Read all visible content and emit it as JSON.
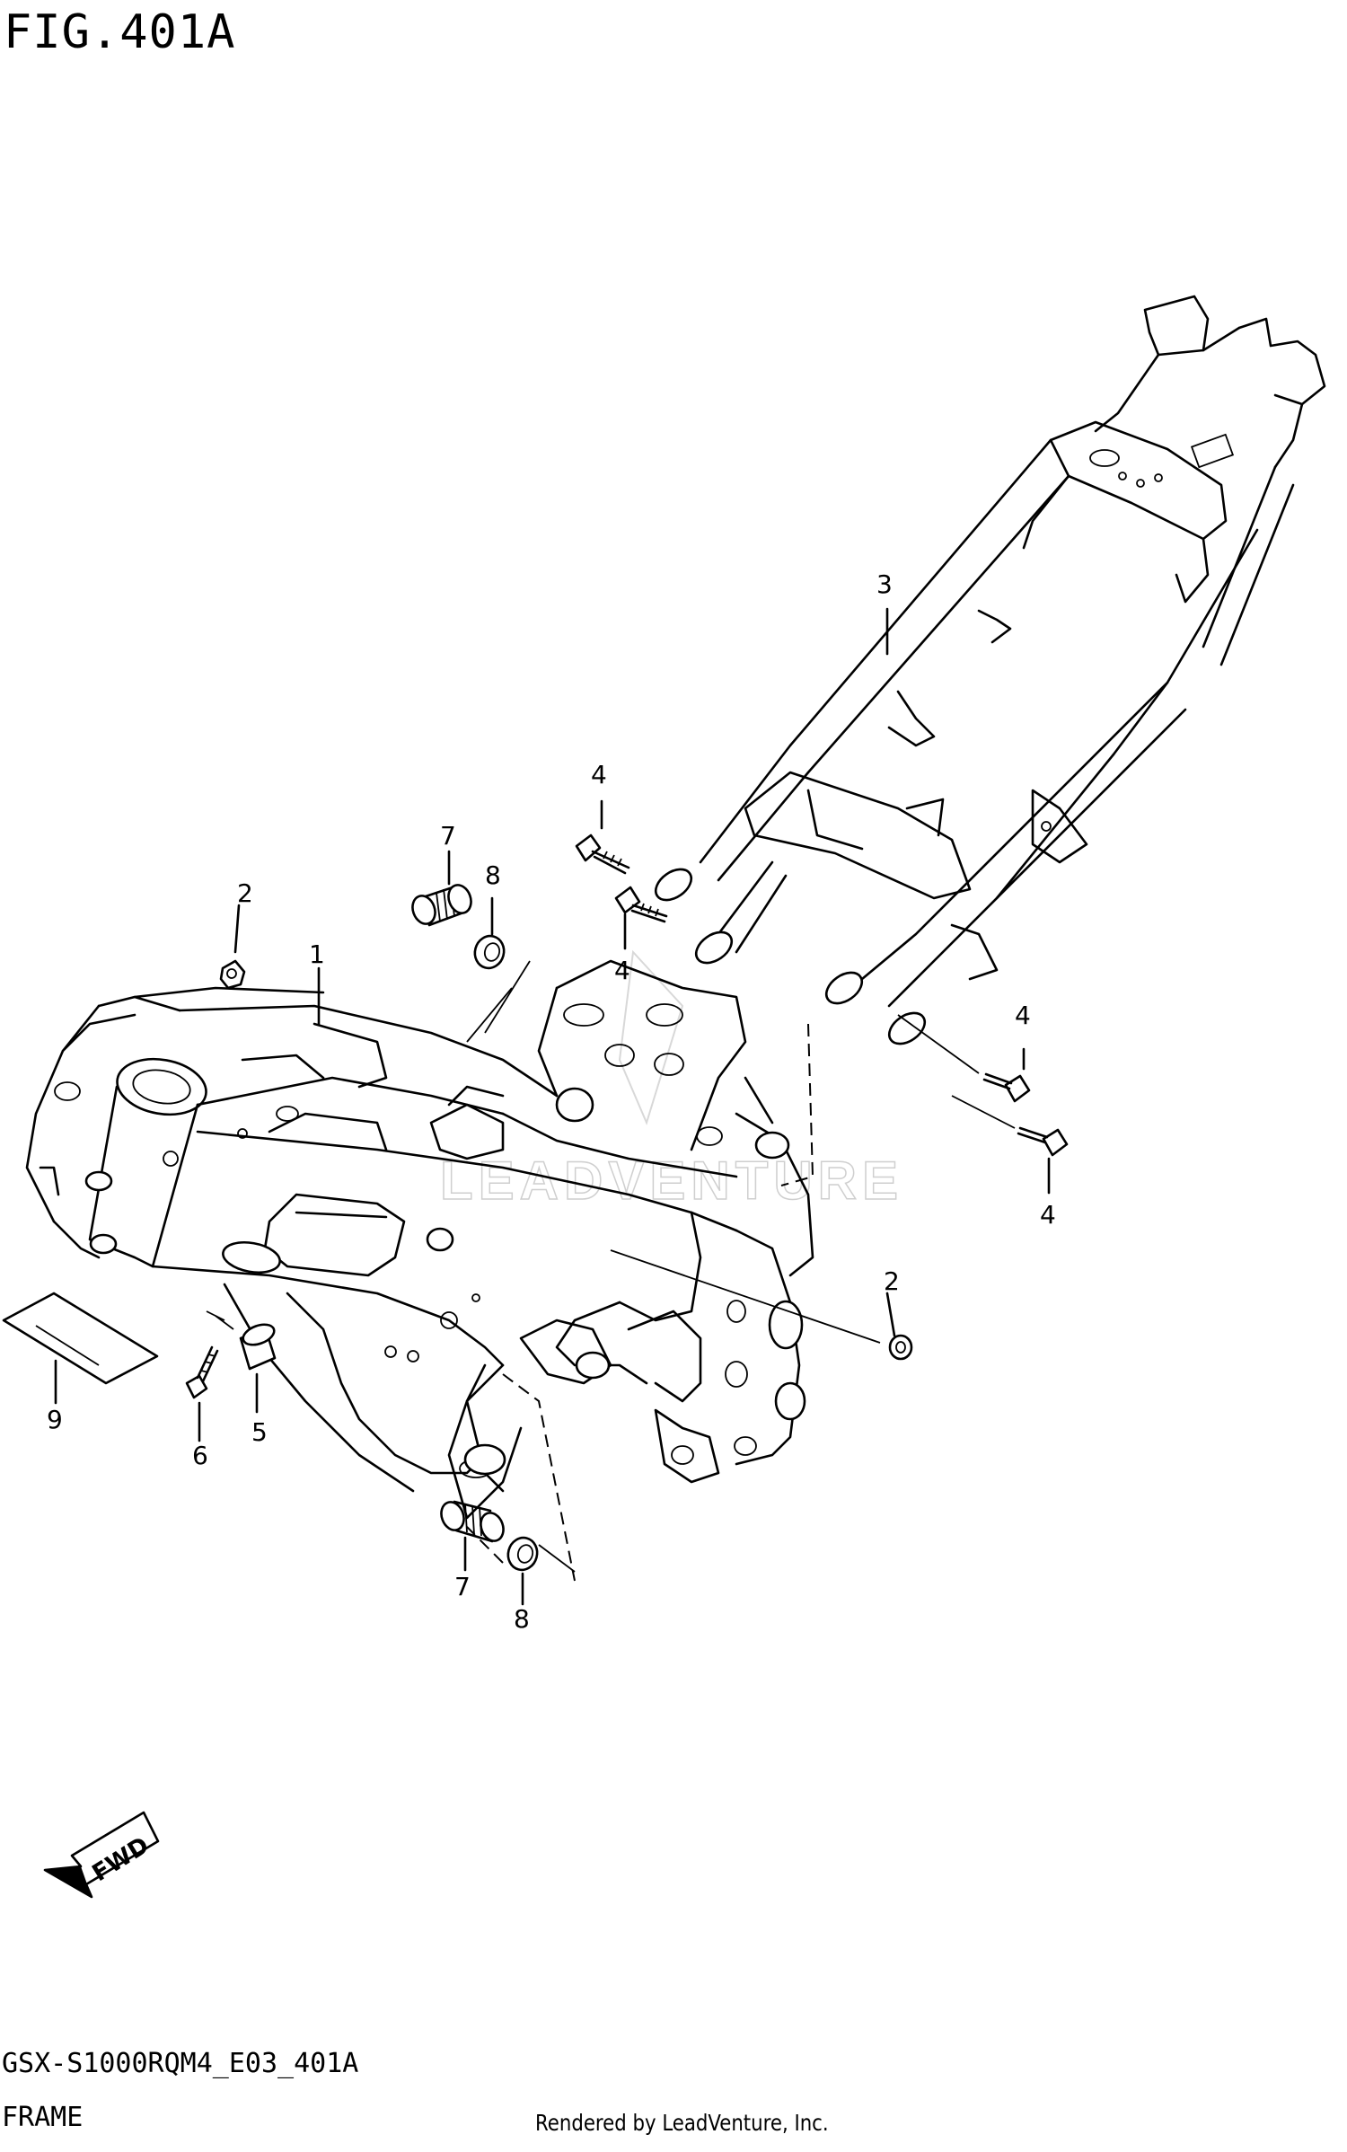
{
  "figure": {
    "title": "FIG.401A",
    "model_code": "GSX-S1000RQM4_E03_401A",
    "section_name": "FRAME",
    "credit": "Rendered by LeadVenture, Inc.",
    "watermark": "LEADVENTURE",
    "fwd_label": "FWD"
  },
  "callouts": [
    {
      "id": "c1",
      "label": "1"
    },
    {
      "id": "c2a",
      "label": "2"
    },
    {
      "id": "c2b",
      "label": "2"
    },
    {
      "id": "c3",
      "label": "3"
    },
    {
      "id": "c4a",
      "label": "4"
    },
    {
      "id": "c4b",
      "label": "4"
    },
    {
      "id": "c4c",
      "label": "4"
    },
    {
      "id": "c4d",
      "label": "4"
    },
    {
      "id": "c5",
      "label": "5"
    },
    {
      "id": "c6",
      "label": "6"
    },
    {
      "id": "c7a",
      "label": "7"
    },
    {
      "id": "c7b",
      "label": "7"
    },
    {
      "id": "c8a",
      "label": "8"
    },
    {
      "id": "c8b",
      "label": "8"
    },
    {
      "id": "c9",
      "label": "9"
    }
  ]
}
